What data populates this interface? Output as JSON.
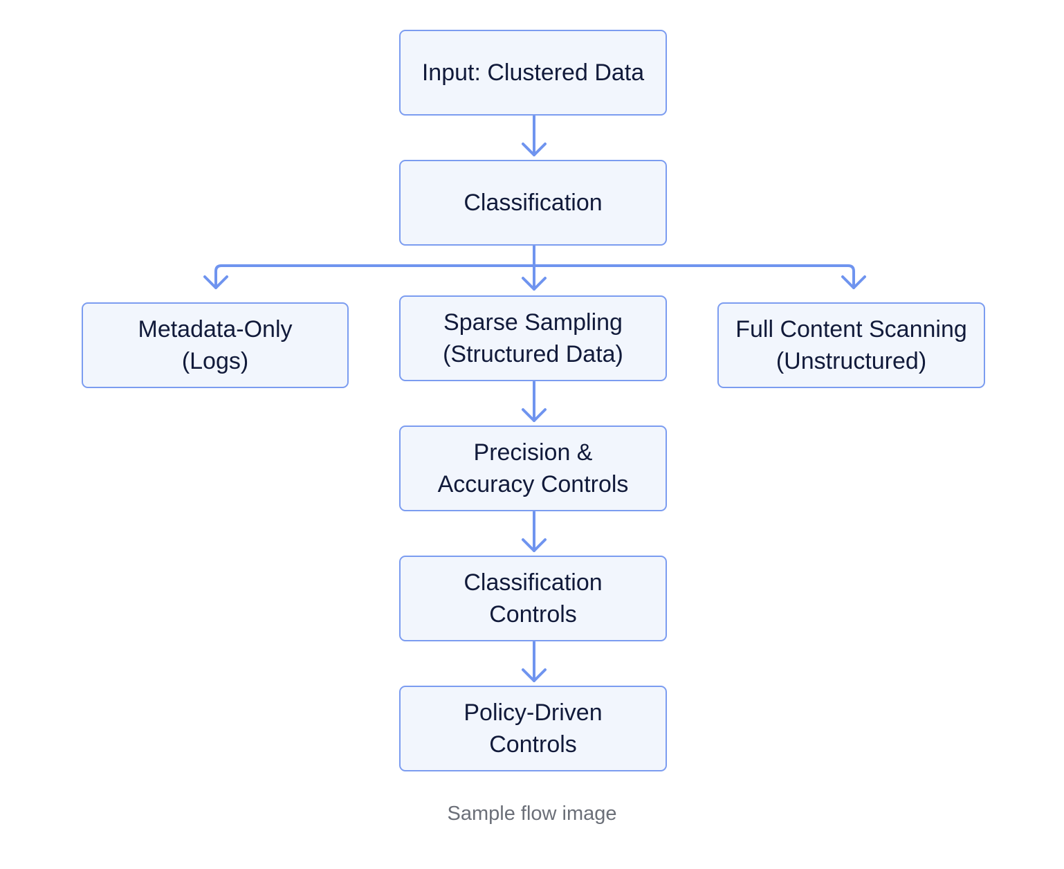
{
  "colors": {
    "node_fill": "#f2f6fd",
    "node_border": "#7b9cf0",
    "connector": "#6f94ef",
    "text": "#111a3a",
    "caption": "#6b6f78"
  },
  "nodes": {
    "input": {
      "lines": [
        "Input: Clustered Data"
      ]
    },
    "classification": {
      "lines": [
        "Classification"
      ]
    },
    "metadata_only": {
      "lines": [
        "Metadata-Only",
        "(Logs)"
      ]
    },
    "sparse_sampling": {
      "lines": [
        "Sparse Sampling",
        "(Structured Data)"
      ]
    },
    "full_content": {
      "lines": [
        "Full Content Scanning",
        "(Unstructured)"
      ]
    },
    "precision": {
      "lines": [
        "Precision &",
        "Accuracy Controls"
      ]
    },
    "classification_controls": {
      "lines": [
        "Classification",
        "Controls"
      ]
    },
    "policy_driven": {
      "lines": [
        "Policy-Driven",
        "Controls"
      ]
    }
  },
  "edges": [
    {
      "from": "input",
      "to": "classification"
    },
    {
      "from": "classification",
      "to": "metadata_only"
    },
    {
      "from": "classification",
      "to": "sparse_sampling"
    },
    {
      "from": "classification",
      "to": "full_content"
    },
    {
      "from": "sparse_sampling",
      "to": "precision"
    },
    {
      "from": "precision",
      "to": "classification_controls"
    },
    {
      "from": "classification_controls",
      "to": "policy_driven"
    }
  ],
  "caption": "Sample flow image"
}
